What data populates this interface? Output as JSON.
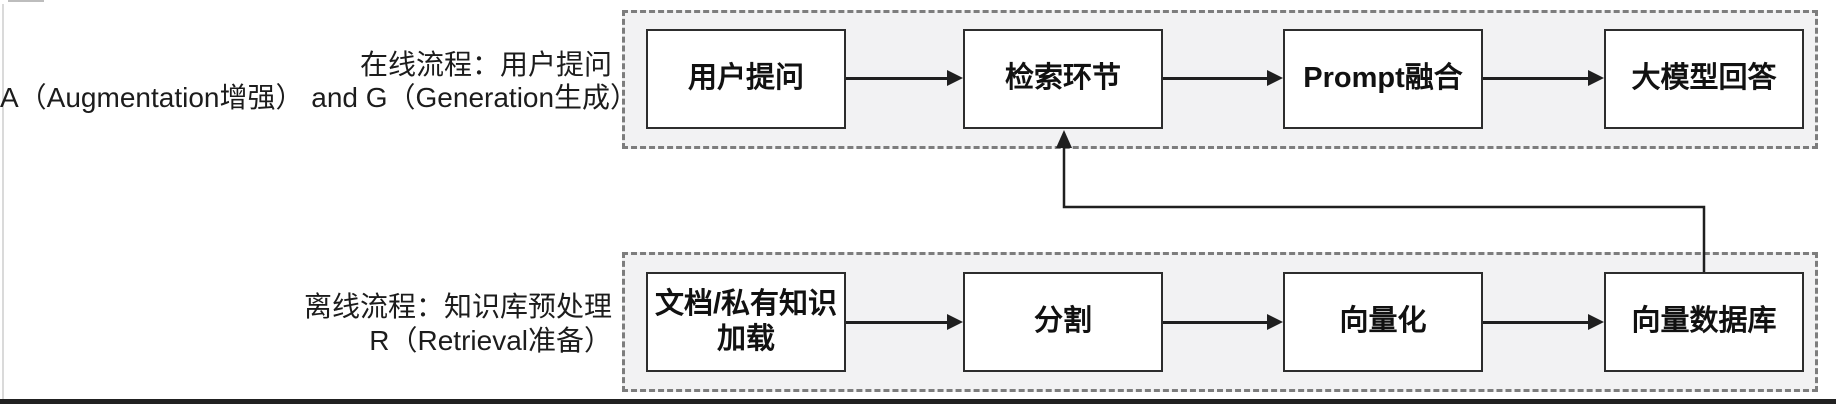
{
  "diagram": {
    "online": {
      "label_line1": "在线流程：用户提问",
      "label_line2": "A（Augmentation增强） and G（Generation生成）",
      "boxes": [
        {
          "label": "用户提问"
        },
        {
          "label": "检索环节"
        },
        {
          "label": "Prompt融合"
        },
        {
          "label": "大模型回答"
        }
      ]
    },
    "offline": {
      "label_line1": "离线流程：知识库预处理",
      "label_line2": "R（Retrieval准备）",
      "boxes": [
        {
          "label_line1": "文档/私有知识",
          "label_line2": "加载"
        },
        {
          "label": "分割"
        },
        {
          "label": "向量化"
        },
        {
          "label": "向量数据库"
        }
      ]
    },
    "colors": {
      "lane_fill": "#f2f2f3",
      "lane_border": "#7d7d7d",
      "node_border": "#2d2d2d",
      "node_fill": "#ffffff",
      "arrow": "#1f1f1f",
      "text": "#161616"
    }
  }
}
